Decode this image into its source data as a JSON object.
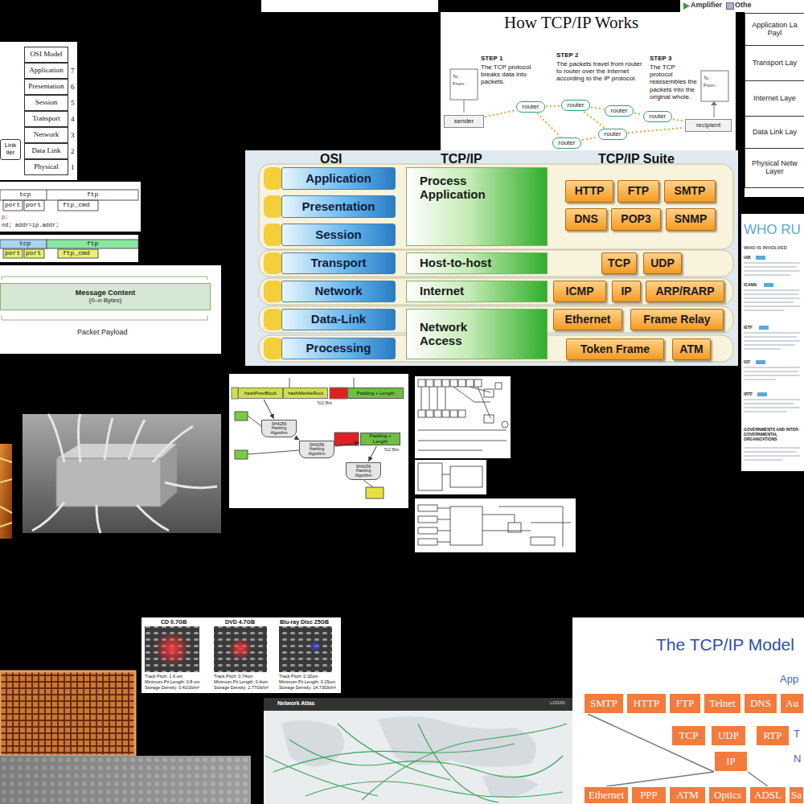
{
  "diagram": {
    "nodes": [
      {
        "text": [
          "OSI Model"
        ]
      },
      {
        "text": [
          "Application"
        ]
      },
      {
        "text": [
          "Presentation"
        ]
      },
      {
        "text": [
          "Session"
        ]
      },
      {
        "text": [
          "Transport"
        ]
      },
      {
        "text": [
          "Network"
        ]
      },
      {
        "text": [
          "Data Link"
        ]
      },
      {
        "text": [
          "Physical"
        ]
      },
      {
        "text": [
          "sender"
        ]
      },
      {
        "text": [
          "router"
        ]
      },
      {
        "text": [
          "router"
        ]
      },
      {
        "text": [
          "router"
        ]
      },
      {
        "text": [
          "router"
        ]
      },
      {
        "text": [
          "router"
        ]
      },
      {
        "text": [
          "router"
        ]
      },
      {
        "text": [
          "recipient"
        ]
      },
      {
        "text": [
          "Application La Payl"
        ]
      },
      {
        "text": [
          "Transport Lay"
        ]
      },
      {
        "text": [
          "Internet Laye"
        ]
      },
      {
        "text": [
          "Data Link Lay"
        ]
      },
      {
        "text": [
          "Physical Netw Layer"
        ]
      },
      {
        "text": [
          "Application"
        ]
      },
      {
        "text": [
          "Presentation"
        ]
      },
      {
        "text": [
          "Session"
        ]
      },
      {
        "text": [
          "Transport"
        ]
      },
      {
        "text": [
          "Network"
        ]
      },
      {
        "text": [
          "Data-Link"
        ]
      },
      {
        "text": [
          "Processing"
        ]
      },
      {
        "text": [
          "Process Application"
        ]
      },
      {
        "text": [
          "Host-to-host"
        ]
      },
      {
        "text": [
          "Internet"
        ]
      },
      {
        "text": [
          "Network Access"
        ]
      },
      {
        "text": [
          "HTTP"
        ]
      },
      {
        "text": [
          "FTP"
        ]
      },
      {
        "text": [
          "SMTP"
        ]
      },
      {
        "text": [
          "DNS"
        ]
      },
      {
        "text": [
          "POP3"
        ]
      },
      {
        "text": [
          "SNMP"
        ]
      },
      {
        "text": [
          "TCP"
        ]
      },
      {
        "text": [
          "UDP"
        ]
      },
      {
        "text": [
          "ICMP"
        ]
      },
      {
        "text": [
          "IP"
        ]
      },
      {
        "text": [
          "ARP/RARP"
        ]
      },
      {
        "text": [
          "Ethernet"
        ]
      },
      {
        "text": [
          "Frame Relay"
        ]
      },
      {
        "text": [
          "Token Frame"
        ]
      },
      {
        "text": [
          "ATM"
        ]
      },
      {
        "text": [
          "Message Content",
          "(0–n Bytes)"
        ]
      },
      {
        "text": [
          "hashPrevBlock"
        ]
      },
      {
        "text": [
          "hashMerkleRoot"
        ]
      },
      {
        "text": [
          "Padding + Length"
        ]
      },
      {
        "text": [
          "SHA256 Hashing Algorithm"
        ]
      },
      {
        "text": [
          "SHA256 Hashing Algorithm"
        ]
      },
      {
        "text": [
          "Padding + Length"
        ]
      },
      {
        "text": [
          "SHA256 Hashing Algorithm"
        ]
      },
      {
        "text": [
          "SMTP"
        ]
      },
      {
        "text": [
          "HTTP"
        ]
      },
      {
        "text": [
          "FTP"
        ]
      },
      {
        "text": [
          "Telnet"
        ]
      },
      {
        "text": [
          "DNS"
        ]
      },
      {
        "text": [
          "Au"
        ]
      },
      {
        "text": [
          "TCP"
        ]
      },
      {
        "text": [
          "UDP"
        ]
      },
      {
        "text": [
          "RTP"
        ]
      },
      {
        "text": [
          "IP"
        ]
      },
      {
        "text": [
          "Ethernet"
        ]
      },
      {
        "text": [
          "PPP"
        ]
      },
      {
        "text": [
          "ATM"
        ]
      },
      {
        "text": [
          "Optics"
        ]
      },
      {
        "text": [
          "ADSL"
        ]
      },
      {
        "text": [
          "Sa"
        ]
      },
      {
        "text": [
          "Link ller"
        ]
      }
    ],
    "edges": [
      {
        "from": 8,
        "to": 9,
        "arrow": "none"
      },
      {
        "from": 9,
        "to": 10,
        "arrow": "none"
      },
      {
        "from": 10,
        "to": 11,
        "arrow": "none"
      },
      {
        "from": 11,
        "to": 12,
        "arrow": "none"
      },
      {
        "from": 12,
        "to": 15,
        "arrow": "none"
      },
      {
        "from": 9,
        "to": 14,
        "arrow": "none"
      },
      {
        "from": 14,
        "to": 13,
        "arrow": "none"
      },
      {
        "from": 13,
        "to": 15,
        "arrow": "none"
      },
      {
        "from": 10,
        "to": 13,
        "arrow": "none"
      },
      {
        "from": 48,
        "to": 51,
        "arrow": "to"
      },
      {
        "from": 51,
        "to": 52,
        "arrow": "to"
      },
      {
        "from": 52,
        "to": 53,
        "arrow": "to"
      },
      {
        "from": 53,
        "to": 54,
        "arrow": "to"
      },
      {
        "from": 64,
        "to": 55,
        "arrow": "none"
      },
      {
        "from": 64,
        "to": 65,
        "arrow": "none"
      },
      {
        "from": 64,
        "to": 69,
        "arrow": "none"
      }
    ],
    "labels": [
      "How TCP/IP Works",
      "STEP 1",
      "The TCP protocol breaks data into packets.",
      "STEP 2",
      "The packets travel from router to router over the Internet according to the IP protocol.",
      "STEP 3",
      "The TCP protocol reassembles the packets into the original whole.",
      "To :",
      "From :",
      "To :",
      "From :",
      "7",
      "6",
      "5",
      "4",
      "3",
      "2",
      "1",
      "tcp",
      "ftp",
      "port",
      "port",
      "ftp_cmd",
      "p;",
      "nd; addr=ip.addr;",
      "tcp",
      "ftp",
      "port",
      "port",
      "ftp_cmd",
      "Packet Payload",
      "OSI",
      "TCP/IP",
      "TCP/IP Suite",
      "WHO RU",
      "WHO IS INVOLVED",
      "IAB",
      "ICANN",
      "IETF",
      "IGF",
      "IRTF",
      "GOVERNMENTS AND INTER-GOVERNMENTAL ORGANIZATIONS",
      "512 Bits",
      "512 Bits",
      "CD 0.7GB",
      "DVD 4.7GB",
      "Blu-ray Disc 25GB",
      "Track Pitch: 1.6 um",
      "Minimum Pit Length: 0.8 um",
      "Storage Density: 0.41Gb/in²",
      "Track Pitch: 0.74um",
      "Minimum Pit Length: 0.4um",
      "Storage Density: 2.77Gb/in²",
      "Track Pitch: 0.32um",
      "Minimum Pit Length: 0.15um",
      "Storage Density: 14.73Gb/in²",
      "Network Atlas",
      "LOGIN",
      "The TCP/IP Model",
      "App",
      "T",
      "N"
    ],
    "legend": [
      {
        "text": "Amplifier"
      },
      {
        "text": "Othe",
        "color": "#a9b3d6"
      }
    ]
  }
}
